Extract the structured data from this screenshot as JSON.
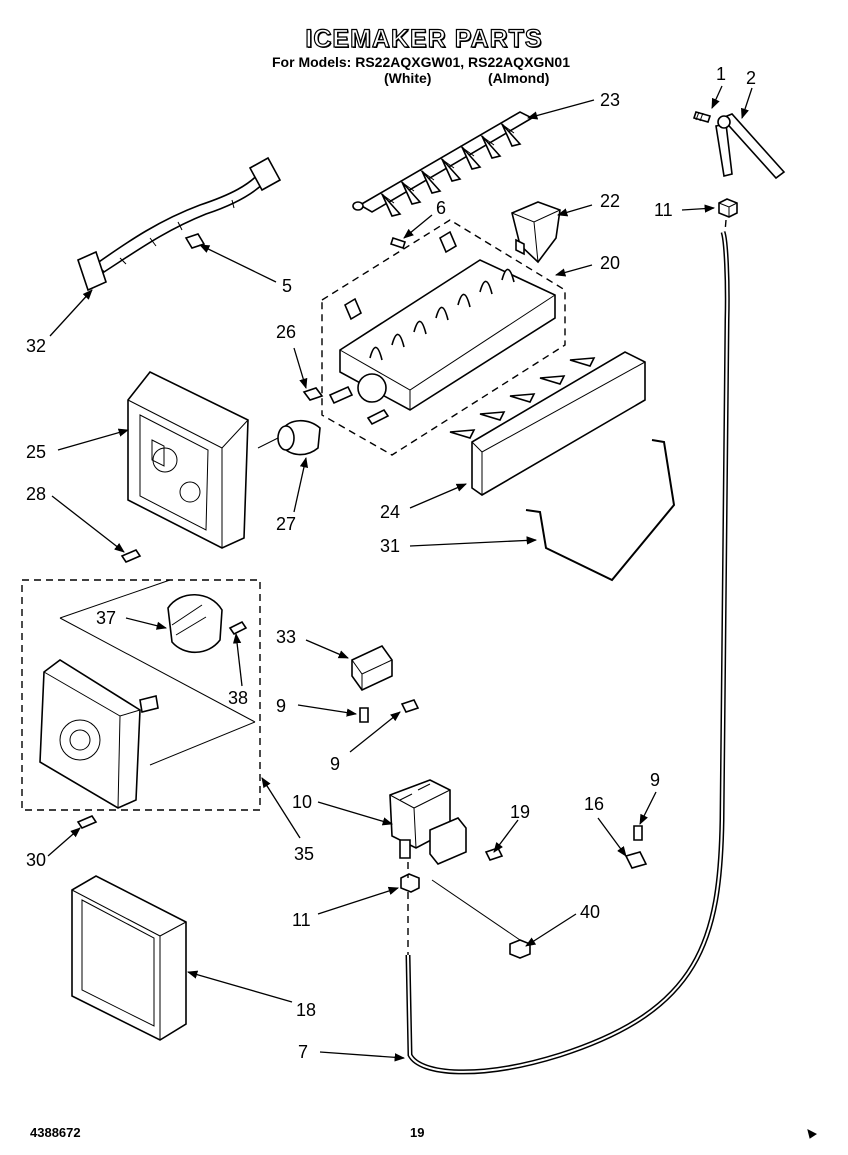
{
  "header": {
    "title": "ICEMAKER PARTS",
    "models_prefix": "For Models:",
    "models": "RS22AQXGW01, RS22AQXGN01",
    "variant_white": "(White)",
    "variant_almond": "(Almond)"
  },
  "footer": {
    "doc_number": "4388672",
    "page_number": "19"
  },
  "callouts": [
    "1",
    "2",
    "23",
    "11",
    "6",
    "22",
    "20",
    "5",
    "32",
    "26",
    "25",
    "28",
    "27",
    "24",
    "31",
    "37",
    "33",
    "38",
    "9",
    "9",
    "30",
    "35",
    "10",
    "19",
    "16",
    "9",
    "11",
    "40",
    "18",
    "7"
  ]
}
